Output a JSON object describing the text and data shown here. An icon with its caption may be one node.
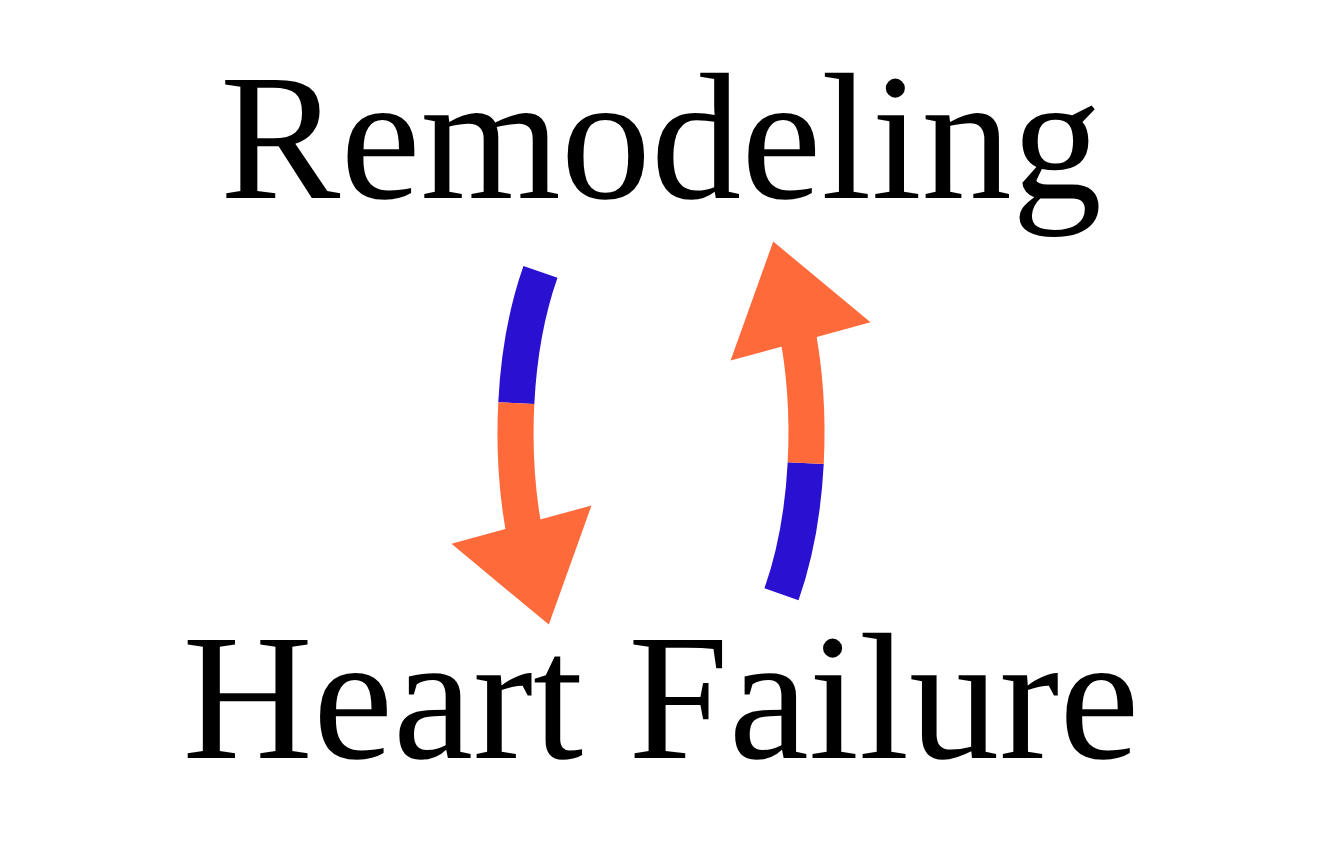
{
  "diagram": {
    "nodes": [
      {
        "text": [
          "Remodeling"
        ]
      },
      {
        "text": [
          "Heart Failure"
        ]
      }
    ],
    "edges": [
      {
        "from": 0,
        "to": 1,
        "arrow": "to"
      },
      {
        "from": 1,
        "to": 0,
        "arrow": "to"
      }
    ]
  }
}
